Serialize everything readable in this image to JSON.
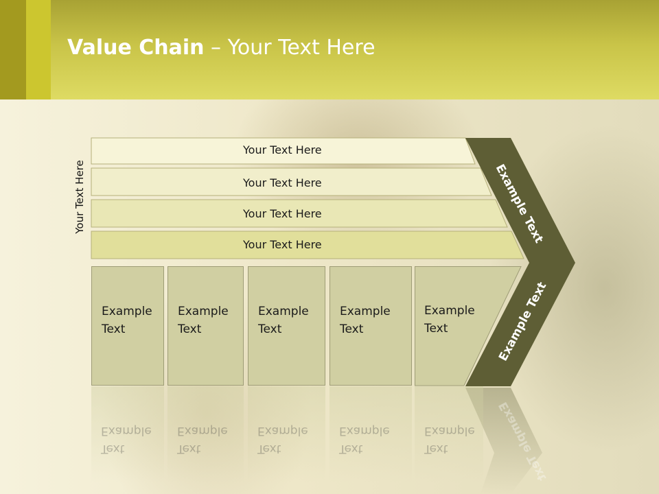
{
  "slide": {
    "title_bold": "Value Chain",
    "title_rest": " – Your Text Here",
    "side_label": "Your Text Here",
    "bands": [
      {
        "label": "Your Text Here"
      },
      {
        "label": "Your Text Here"
      },
      {
        "label": "Your Text Here"
      },
      {
        "label": "Your Text Here"
      }
    ],
    "boxes": [
      {
        "line1": "Example",
        "line2": "Text"
      },
      {
        "line1": "Example",
        "line2": "Text"
      },
      {
        "line1": "Example",
        "line2": "Text"
      },
      {
        "line1": "Example",
        "line2": "Text"
      },
      {
        "line1": "Example",
        "line2": "Text"
      }
    ],
    "chevron_top": "Example Text",
    "chevron_bottom": "Example Text"
  },
  "colors": {
    "header": "#d6d24e",
    "chevron": "#5e5e35",
    "box": "#d0cfa2"
  }
}
